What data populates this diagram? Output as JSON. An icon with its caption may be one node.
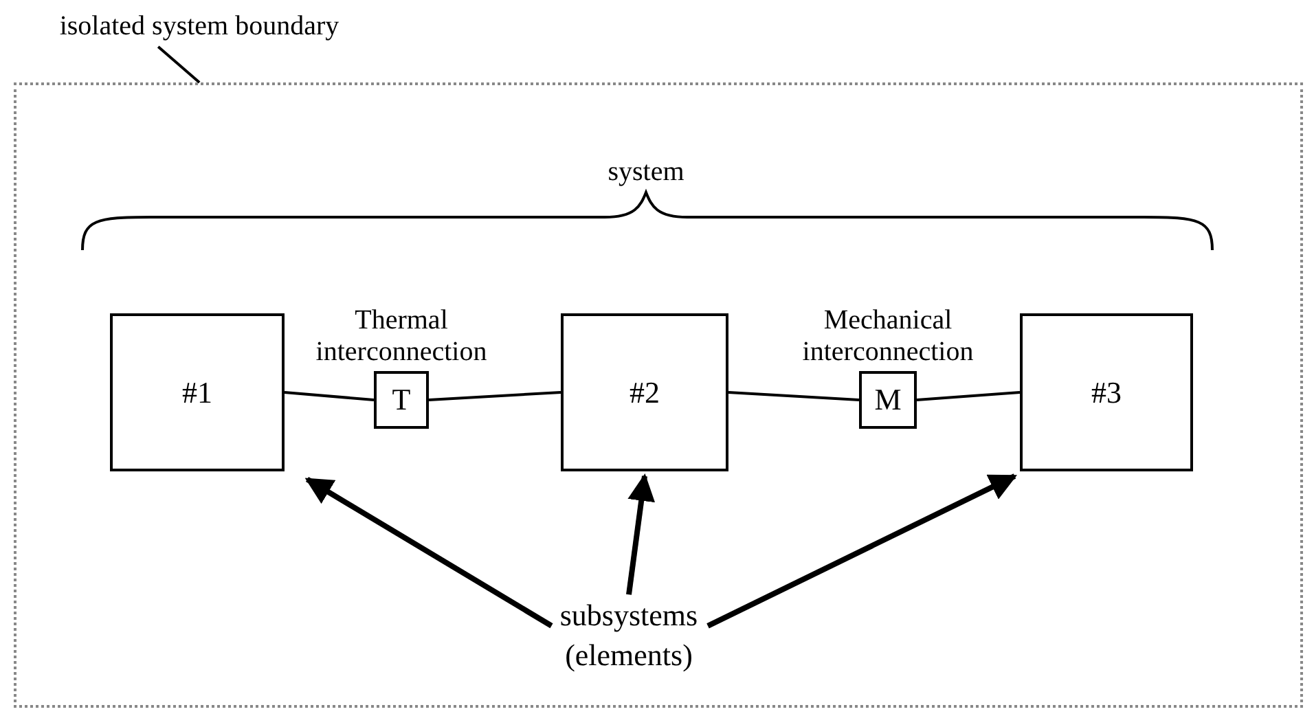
{
  "diagram": {
    "nodes": [
      {
        "text": [
          "isolated system boundary"
        ]
      },
      {
        "text": [],
        "shape": "box"
      },
      {
        "text": [
          "#1"
        ],
        "in": 1
      },
      {
        "text": [
          "T"
        ],
        "in": 1,
        "beside": [
          "Thermal interconnection"
        ]
      },
      {
        "text": [
          "#2"
        ],
        "in": 1
      },
      {
        "text": [
          "M"
        ],
        "in": 1,
        "beside": [
          "Mechanical interconnection"
        ]
      },
      {
        "text": [
          "#3"
        ],
        "in": 1
      },
      {
        "text": [
          "subsystems (elements)"
        ],
        "in": 1
      }
    ],
    "edges": [
      {
        "from": 0,
        "to": 1,
        "arrow": "none"
      },
      {
        "from": 2,
        "to": 3,
        "arrow": "none"
      },
      {
        "from": 3,
        "to": 4,
        "arrow": "none"
      },
      {
        "from": 4,
        "to": 5,
        "arrow": "none"
      },
      {
        "from": 5,
        "to": 6,
        "arrow": "none"
      },
      {
        "from": 7,
        "to": 2,
        "arrow": "to",
        "style": "thick"
      },
      {
        "from": 7,
        "to": 4,
        "arrow": "to",
        "style": "thick"
      },
      {
        "from": 7,
        "to": 6,
        "arrow": "to",
        "style": "thick"
      }
    ],
    "labels": [
      "system"
    ]
  }
}
